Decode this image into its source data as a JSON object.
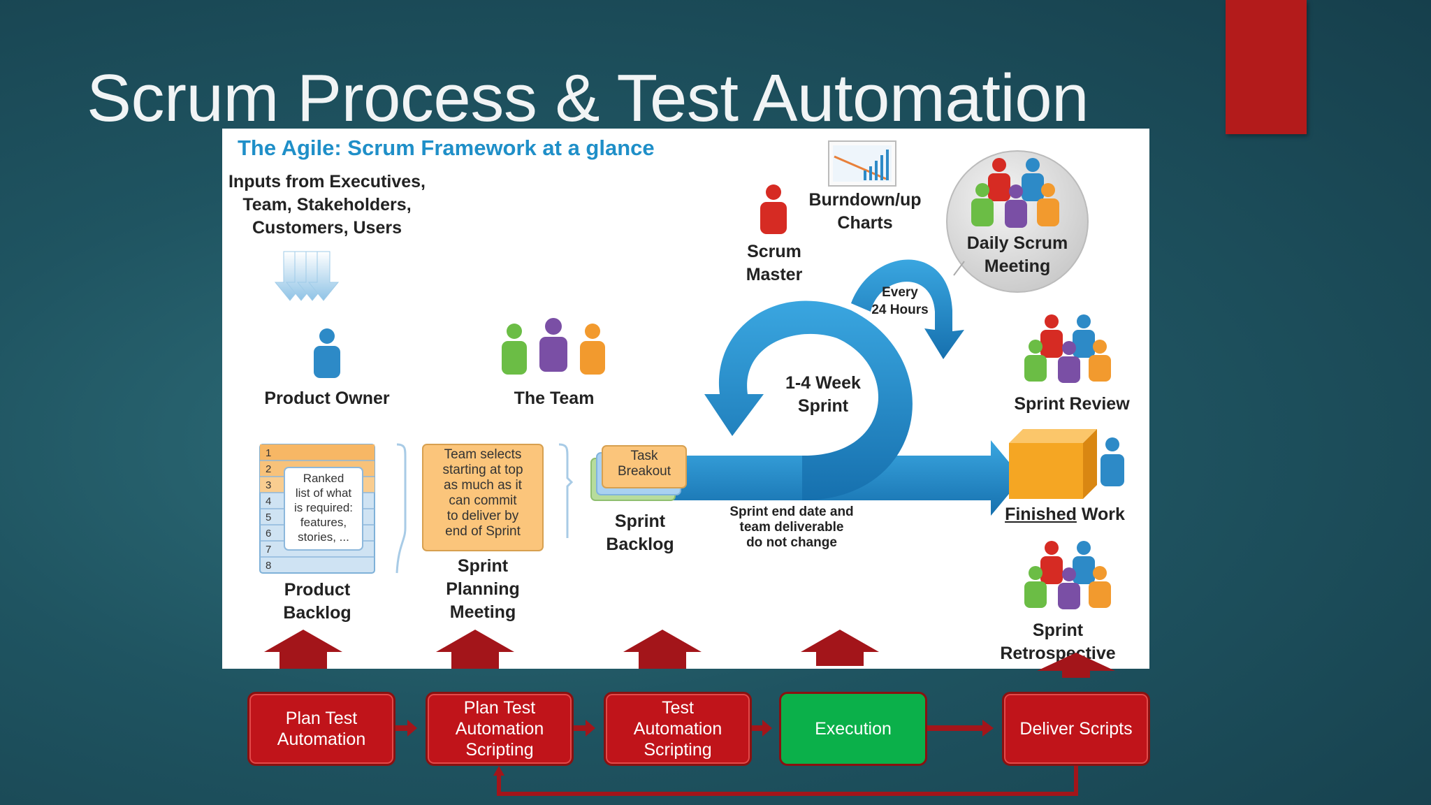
{
  "slide": {
    "title": "Scrum Process & Test Automation"
  },
  "figure": {
    "heading": "The Agile: Scrum Framework at a glance",
    "inputs": [
      "Inputs from Executives,",
      "Team, Stakeholders,",
      "Customers, Users"
    ],
    "product_owner": "Product Owner",
    "the_team": "The Team",
    "scrum_master": [
      "Scrum",
      "Master"
    ],
    "burndown": [
      "Burndown/up",
      "Charts"
    ],
    "daily_scrum": [
      "Daily Scrum",
      "Meeting"
    ],
    "every_24": [
      "Every",
      "24 Hours"
    ],
    "sprint_cycle": [
      "1-4 Week",
      "Sprint"
    ],
    "sprint_review": "Sprint Review",
    "finished_work_1": "Finished",
    "finished_work_2": " Work",
    "sprint_retro": [
      "Sprint",
      "Retrospective"
    ],
    "backlog_numbers": [
      "1",
      "2",
      "3",
      "4",
      "5",
      "6",
      "7",
      "8"
    ],
    "backlog_note": [
      "Ranked",
      "list of what",
      "is required:",
      "features,",
      "stories, ..."
    ],
    "product_backlog": [
      "Product",
      "Backlog"
    ],
    "planning_note": [
      "Team selects",
      "starting at top",
      "as much as it",
      "can commit",
      "to deliver by",
      "end of Sprint"
    ],
    "planning_meeting": [
      "Sprint",
      "Planning",
      "Meeting"
    ],
    "task_breakout": [
      "Task",
      "Breakout"
    ],
    "sprint_backlog": [
      "Sprint",
      "Backlog"
    ],
    "sprint_end": [
      "Sprint end date and",
      "team deliverable",
      "do not change"
    ]
  },
  "flow": {
    "steps": [
      {
        "label": "Plan Test Automation",
        "lines": [
          "Plan Test",
          "Automation"
        ]
      },
      {
        "label": "Plan Test Automation Scripting",
        "lines": [
          "Plan Test",
          "Automation",
          "Scripting"
        ]
      },
      {
        "label": "Test Automation Scripting",
        "lines": [
          "Test",
          "Automation",
          "Scripting"
        ]
      },
      {
        "label": "Execution",
        "lines": [
          "Execution"
        ]
      },
      {
        "label": "Deliver Scripts",
        "lines": [
          "Deliver Scripts"
        ]
      }
    ]
  },
  "colors": {
    "accent": "#b31b1b",
    "flow_red": "#c0141a",
    "flow_green": "#0bb04a",
    "arrow_blue": "#1d86c6",
    "card_orange": "#fbc57b"
  }
}
